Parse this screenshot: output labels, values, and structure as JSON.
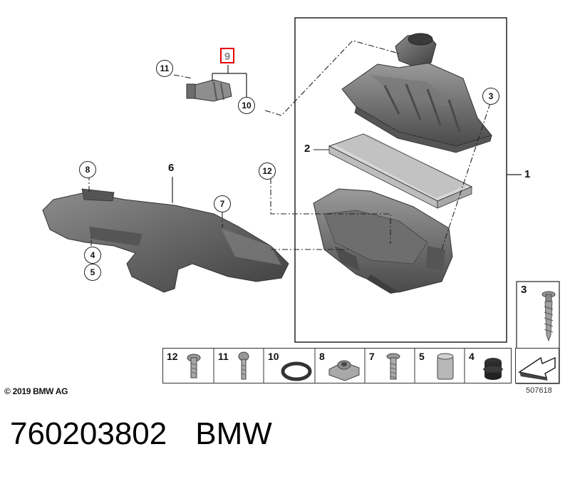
{
  "parts": {
    "p1": "1",
    "p2": "2",
    "p3": "3",
    "p4": "4",
    "p5": "5",
    "p6": "6",
    "p7": "7",
    "p8": "8",
    "p9": "9",
    "p10": "10",
    "p11": "11",
    "p12": "12"
  },
  "strip": {
    "cells": [
      "12",
      "11",
      "10",
      "8",
      "7",
      "5",
      "4"
    ]
  },
  "side_part": "3",
  "copyright": "© 2019 BMW AG",
  "image_number": "507618",
  "caption": {
    "part_number": "760203802",
    "brand": "BMW"
  },
  "colors": {
    "part_dark": "#5e5e5e",
    "part_mid": "#8a8a8a",
    "part_light": "#c9c9c9",
    "highlight_box": "#e60000",
    "highlight_text": "#888888"
  }
}
